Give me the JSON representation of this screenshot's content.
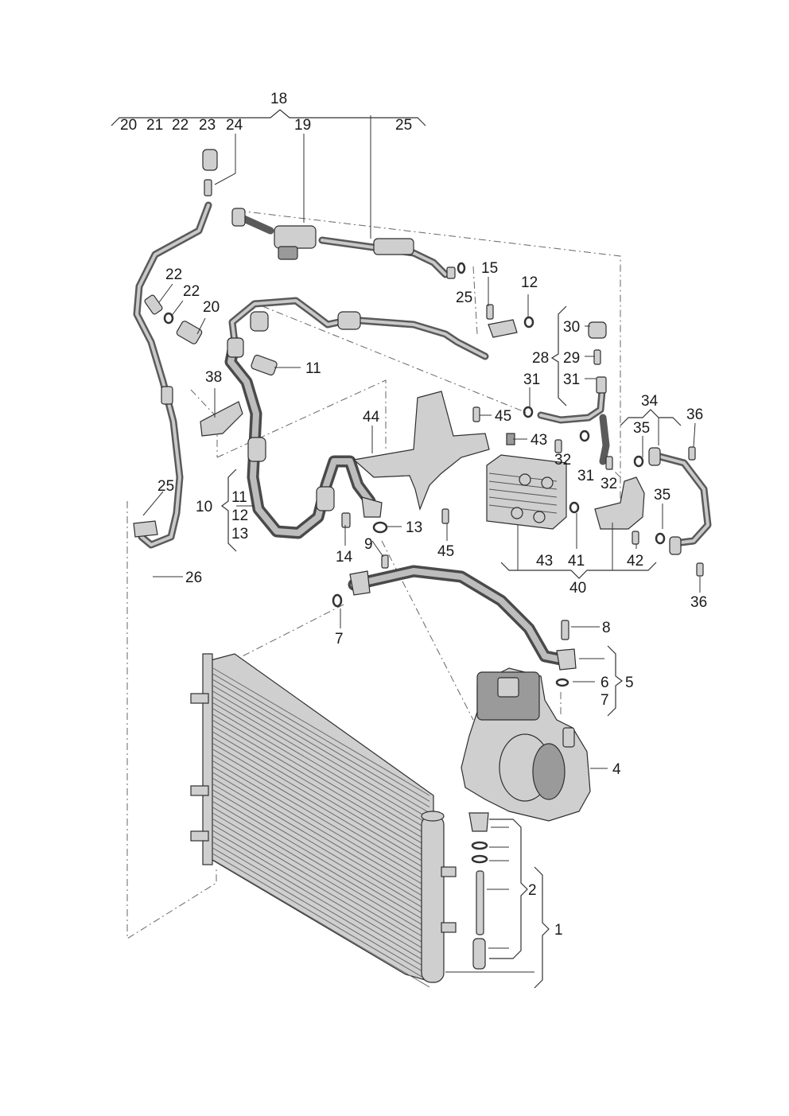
{
  "callouts": [
    {
      "id": "c18",
      "text": "18"
    },
    {
      "id": "c20a",
      "text": "20"
    },
    {
      "id": "c21",
      "text": "21"
    },
    {
      "id": "c22a",
      "text": "22"
    },
    {
      "id": "c23",
      "text": "23"
    },
    {
      "id": "c24",
      "text": "24"
    },
    {
      "id": "c19",
      "text": "19"
    },
    {
      "id": "c25a",
      "text": "25"
    },
    {
      "id": "c22b",
      "text": "22"
    },
    {
      "id": "c22c",
      "text": "22"
    },
    {
      "id": "c20b",
      "text": "20"
    },
    {
      "id": "c15",
      "text": "15"
    },
    {
      "id": "c25b",
      "text": "25"
    },
    {
      "id": "c12",
      "text": "12"
    },
    {
      "id": "c30",
      "text": "30"
    },
    {
      "id": "c28",
      "text": "28"
    },
    {
      "id": "c29",
      "text": "29"
    },
    {
      "id": "c31a",
      "text": "31"
    },
    {
      "id": "c31b",
      "text": "31"
    },
    {
      "id": "c11a",
      "text": "11"
    },
    {
      "id": "c38",
      "text": "38"
    },
    {
      "id": "c44",
      "text": "44"
    },
    {
      "id": "c45a",
      "text": "45"
    },
    {
      "id": "c43a",
      "text": "43"
    },
    {
      "id": "c32a",
      "text": "32"
    },
    {
      "id": "c31c",
      "text": "31"
    },
    {
      "id": "c32b",
      "text": "32"
    },
    {
      "id": "c34",
      "text": "34"
    },
    {
      "id": "c35a",
      "text": "35"
    },
    {
      "id": "c36a",
      "text": "36"
    },
    {
      "id": "c35b",
      "text": "35"
    },
    {
      "id": "c25c",
      "text": "25"
    },
    {
      "id": "c10",
      "text": "10"
    },
    {
      "id": "c11b",
      "text": "11"
    },
    {
      "id": "c12b",
      "text": "12"
    },
    {
      "id": "c13a",
      "text": "13"
    },
    {
      "id": "c13b",
      "text": "13"
    },
    {
      "id": "c9",
      "text": "9"
    },
    {
      "id": "c14",
      "text": "14"
    },
    {
      "id": "c45b",
      "text": "45"
    },
    {
      "id": "c43b",
      "text": "43"
    },
    {
      "id": "c41",
      "text": "41"
    },
    {
      "id": "c42",
      "text": "42"
    },
    {
      "id": "c40",
      "text": "40"
    },
    {
      "id": "c36b",
      "text": "36"
    },
    {
      "id": "c26",
      "text": "26"
    },
    {
      "id": "c7a",
      "text": "7"
    },
    {
      "id": "c8",
      "text": "8"
    },
    {
      "id": "c6",
      "text": "6"
    },
    {
      "id": "c5",
      "text": "5"
    },
    {
      "id": "c7b",
      "text": "7"
    },
    {
      "id": "c4",
      "text": "4"
    },
    {
      "id": "c2",
      "text": "2"
    },
    {
      "id": "c1",
      "text": "1"
    }
  ]
}
